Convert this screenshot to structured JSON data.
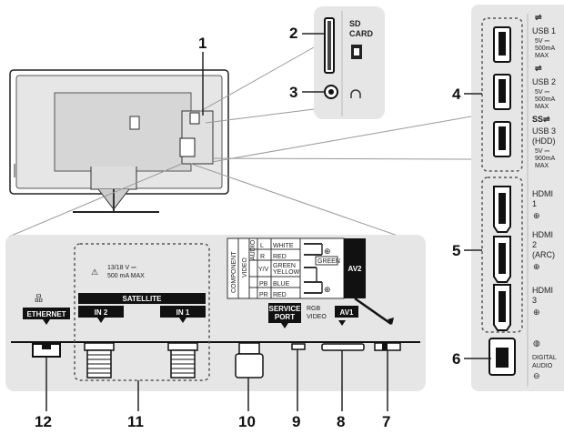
{
  "callouts": {
    "n1": "1",
    "n2": "2",
    "n3": "3",
    "n4": "4",
    "n5": "5",
    "n6": "6",
    "n7": "7",
    "n8": "8",
    "n9": "9",
    "n10": "10",
    "n11": "11",
    "n12": "12"
  },
  "sd_panel": {
    "sd": "SD",
    "card": "CARD"
  },
  "side_panel": {
    "usb1": "USB 1",
    "usb1_spec1": "5V ⎓",
    "usb1_spec2": "500mA",
    "usb1_spec3": "MAX",
    "usb2": "USB 2",
    "usb2_spec1": "5V ⎓",
    "usb2_spec2": "500mA",
    "usb2_spec3": "MAX",
    "usb3": "USB 3",
    "usb3_hdd": "(HDD)",
    "usb3_spec1": "5V ⎓",
    "usb3_spec2": "900mA",
    "usb3_spec3": "MAX",
    "hdmi1_a": "HDMI",
    "hdmi1_b": "1",
    "hdmi2_a": "HDMI",
    "hdmi2_b": "2",
    "hdmi2_c": "(ARC)",
    "hdmi3_a": "HDMI",
    "hdmi3_b": "3",
    "digital1": "DIGITAL",
    "digital2": "AUDIO"
  },
  "bottom_panel": {
    "ethernet": "ETHERNET",
    "satellite": "SATELLITE",
    "in2": "IN 2",
    "in1": "IN 1",
    "sat_power1": "13/18 V ⎓",
    "sat_power2": "500 mA  MAX",
    "service1": "SERVICE",
    "service2": "PORT",
    "rgb": "RGB",
    "video": "VIDEO",
    "av1": "AV1",
    "av2": "AV2",
    "component": "COMPONENT",
    "video_col": "VIDEO",
    "audio": "AUDIO",
    "l": "L",
    "r": "R",
    "yv": "Y/V",
    "pb": "PB",
    "pr": "PR",
    "white": "WHITE",
    "red": "RED",
    "green": "GREEN",
    "yellow": "YELLOW",
    "blue": "BLUE",
    "red2": "RED",
    "green_tag": "GREEN"
  }
}
